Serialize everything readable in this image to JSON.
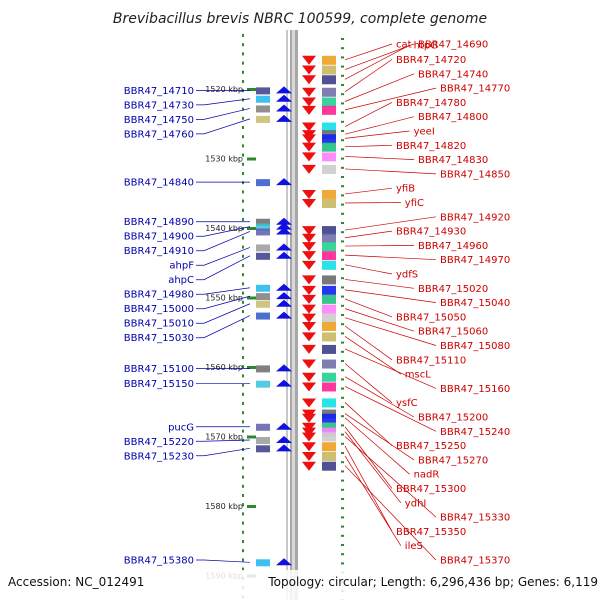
{
  "title": "Brevibacillus brevis NBRC 100599, complete genome",
  "accession": "Accession: NC_012491",
  "topology": "Topology: circular; Length: 6,296,436 bp; Genes: 6,119",
  "colors": {
    "left_labels": "#0000aa",
    "right_labels": "#cc0000",
    "left_arrows": "#1010e0",
    "right_arrows": "#ee1010",
    "ticks": "#2a8a2a",
    "backbone": "#9a9a9a"
  },
  "ticks": [
    {
      "kbp": 1520,
      "label": "1520 kbp"
    },
    {
      "kbp": 1530,
      "label": "1530 kbp"
    },
    {
      "kbp": 1540,
      "label": "1540 kbp"
    },
    {
      "kbp": 1550,
      "label": "1550 kbp"
    },
    {
      "kbp": 1560,
      "label": "1560 kbp"
    },
    {
      "kbp": 1570,
      "label": "1570 kbp"
    },
    {
      "kbp": 1580,
      "label": "1580 kbp"
    },
    {
      "kbp": 1590,
      "label": "1590 kbp"
    }
  ],
  "left_genes": [
    {
      "name": "BBR47_14710",
      "kbp": 1520.2
    },
    {
      "name": "BBR47_14730",
      "kbp": 1521.4
    },
    {
      "name": "BBR47_14750",
      "kbp": 1522.8
    },
    {
      "name": "BBR47_14760",
      "kbp": 1524.3
    },
    {
      "name": "BBR47_14840",
      "kbp": 1533.4
    },
    {
      "name": "BBR47_14890",
      "kbp": 1539.1
    },
    {
      "name": "BBR47_14900",
      "kbp": 1539.8
    },
    {
      "name": "BBR47_14910",
      "kbp": 1540.5
    },
    {
      "name": "ahpF",
      "kbp": 1542.8
    },
    {
      "name": "ahpC",
      "kbp": 1544.0
    },
    {
      "name": "BBR47_14980",
      "kbp": 1548.6
    },
    {
      "name": "BBR47_15000",
      "kbp": 1549.8
    },
    {
      "name": "BBR47_15010",
      "kbp": 1550.9
    },
    {
      "name": "BBR47_15030",
      "kbp": 1552.6
    },
    {
      "name": "BBR47_15100",
      "kbp": 1560.2
    },
    {
      "name": "BBR47_15150",
      "kbp": 1562.4
    },
    {
      "name": "pucG",
      "kbp": 1568.6
    },
    {
      "name": "BBR47_15220",
      "kbp": 1570.5
    },
    {
      "name": "BBR47_15230",
      "kbp": 1571.7
    },
    {
      "name": "BBR47_15380",
      "kbp": 1588.1
    }
  ],
  "right_genes": [
    {
      "name": "cat",
      "kbp": 1515.8
    },
    {
      "name": "BBR47_14690",
      "kbp": 1517.2
    },
    {
      "name": "htpG",
      "kbp": 1518.6
    },
    {
      "name": "BBR47_14720",
      "kbp": 1520.4
    },
    {
      "name": "BBR47_14740",
      "kbp": 1521.8
    },
    {
      "name": "BBR47_14770",
      "kbp": 1523.0
    },
    {
      "name": "BBR47_14780",
      "kbp": 1525.4
    },
    {
      "name": "BBR47_14800",
      "kbp": 1526.5
    },
    {
      "name": "yeeI",
      "kbp": 1527.1
    },
    {
      "name": "BBR47_14820",
      "kbp": 1528.3
    },
    {
      "name": "BBR47_14830",
      "kbp": 1529.7
    },
    {
      "name": "BBR47_14850",
      "kbp": 1531.5
    },
    {
      "name": "yfiB",
      "kbp": 1535.1
    },
    {
      "name": "yfiC",
      "kbp": 1536.4
    },
    {
      "name": "BBR47_14920",
      "kbp": 1540.3
    },
    {
      "name": "BBR47_14930",
      "kbp": 1541.4
    },
    {
      "name": "BBR47_14960",
      "kbp": 1542.6
    },
    {
      "name": "BBR47_14970",
      "kbp": 1543.9
    },
    {
      "name": "ydfS",
      "kbp": 1545.3
    },
    {
      "name": "BBR47_15020",
      "kbp": 1547.4
    },
    {
      "name": "BBR47_15040",
      "kbp": 1548.9
    },
    {
      "name": "BBR47_15050",
      "kbp": 1550.2
    },
    {
      "name": "BBR47_15060",
      "kbp": 1551.6
    },
    {
      "name": "BBR47_15080",
      "kbp": 1552.9
    },
    {
      "name": "BBR47_15110",
      "kbp": 1554.1
    },
    {
      "name": "mscL",
      "kbp": 1555.6
    },
    {
      "name": "BBR47_15160",
      "kbp": 1557.4
    },
    {
      "name": "ysfC",
      "kbp": 1559.5
    },
    {
      "name": "BBR47_15200",
      "kbp": 1561.4
    },
    {
      "name": "BBR47_15240",
      "kbp": 1562.8
    },
    {
      "name": "BBR47_15250",
      "kbp": 1565.1
    },
    {
      "name": "BBR47_15270",
      "kbp": 1566.7
    },
    {
      "name": "nadR",
      "kbp": 1567.3
    },
    {
      "name": "BBR47_15300",
      "kbp": 1568.6
    },
    {
      "name": "ydhI",
      "kbp": 1569.3
    },
    {
      "name": "BBR47_15330",
      "kbp": 1570.0
    },
    {
      "name": "BBR47_15350",
      "kbp": 1571.4
    },
    {
      "name": "ileS",
      "kbp": 1572.8
    },
    {
      "name": "BBR47_15370",
      "kbp": 1574.2
    }
  ]
}
